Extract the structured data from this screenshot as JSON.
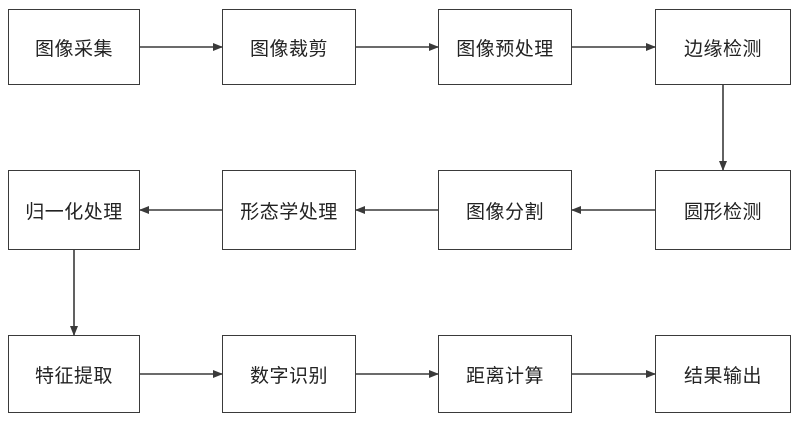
{
  "flowchart": {
    "row1": [
      {
        "id": "step-image-capture",
        "label": "图像采集"
      },
      {
        "id": "step-image-crop",
        "label": "图像裁剪"
      },
      {
        "id": "step-image-preprocess",
        "label": "图像预处理"
      },
      {
        "id": "step-edge-detect",
        "label": "边缘检测"
      }
    ],
    "row2": [
      {
        "id": "step-normalize",
        "label": "归一化处理"
      },
      {
        "id": "step-morphology",
        "label": "形态学处理"
      },
      {
        "id": "step-image-segment",
        "label": "图像分割"
      },
      {
        "id": "step-circle-detect",
        "label": "圆形检测"
      }
    ],
    "row3": [
      {
        "id": "step-feature-extract",
        "label": "特征提取"
      },
      {
        "id": "step-digit-recognize",
        "label": "数字识别"
      },
      {
        "id": "step-distance-calc",
        "label": "距离计算"
      },
      {
        "id": "step-result-output",
        "label": "结果输出"
      }
    ],
    "edges": [
      [
        "step-image-capture",
        "step-image-crop"
      ],
      [
        "step-image-crop",
        "step-image-preprocess"
      ],
      [
        "step-image-preprocess",
        "step-edge-detect"
      ],
      [
        "step-edge-detect",
        "step-circle-detect"
      ],
      [
        "step-circle-detect",
        "step-image-segment"
      ],
      [
        "step-image-segment",
        "step-morphology"
      ],
      [
        "step-morphology",
        "step-normalize"
      ],
      [
        "step-normalize",
        "step-feature-extract"
      ],
      [
        "step-feature-extract",
        "step-digit-recognize"
      ],
      [
        "step-digit-recognize",
        "step-distance-calc"
      ],
      [
        "step-distance-calc",
        "step-result-output"
      ]
    ],
    "colors": {
      "stroke": "#3a3a3a",
      "text": "#222222",
      "background": "#ffffff"
    }
  }
}
